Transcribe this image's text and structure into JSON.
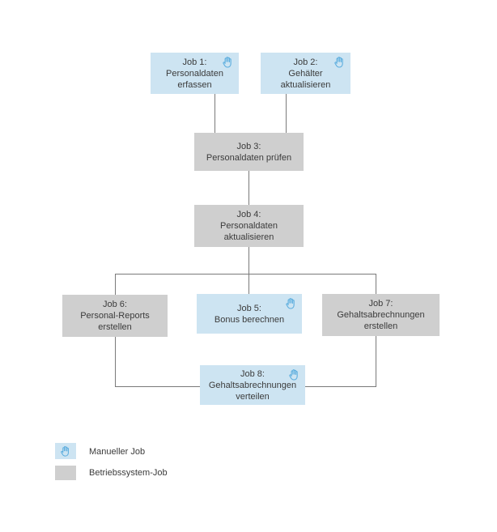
{
  "diagram": {
    "nodes": [
      {
        "id": "job1",
        "type": "manual",
        "lines": [
          "Job 1:",
          "Personaldaten",
          "erfassen"
        ]
      },
      {
        "id": "job2",
        "type": "manual",
        "lines": [
          "Job 2:",
          "Gehälter",
          "aktualisieren"
        ]
      },
      {
        "id": "job3",
        "type": "system",
        "lines": [
          "Job 3:",
          "Personaldaten prüfen"
        ]
      },
      {
        "id": "job4",
        "type": "system",
        "lines": [
          "Job 4:",
          "Personaldaten",
          "aktualisieren"
        ]
      },
      {
        "id": "job5",
        "type": "manual",
        "lines": [
          "Job 5:",
          "Bonus berechnen"
        ]
      },
      {
        "id": "job6",
        "type": "system",
        "lines": [
          "Job 6:",
          "Personal-Reports",
          "erstellen"
        ]
      },
      {
        "id": "job7",
        "type": "system",
        "lines": [
          "Job 7:",
          "Gehaltsabrechnungen",
          "erstellen"
        ]
      },
      {
        "id": "job8",
        "type": "manual",
        "lines": [
          "Job 8:",
          "Gehaltsabrechnungen",
          "verteilen"
        ]
      }
    ],
    "edges": [
      {
        "from": "job1",
        "to": "job3"
      },
      {
        "from": "job2",
        "to": "job3"
      },
      {
        "from": "job3",
        "to": "job4"
      },
      {
        "from": "job4",
        "to": "job5"
      },
      {
        "from": "job4",
        "to": "job6"
      },
      {
        "from": "job4",
        "to": "job7"
      },
      {
        "from": "job6",
        "to": "job8"
      },
      {
        "from": "job7",
        "to": "job8"
      }
    ]
  },
  "legend": {
    "items": [
      {
        "type": "manual",
        "label": "Manueller Job"
      },
      {
        "type": "system",
        "label": "Betriebssystem-Job"
      }
    ]
  },
  "icons": {
    "hand": "hand-icon"
  },
  "colors": {
    "manual_fill": "#cde4f2",
    "system_fill": "#cfcfcf",
    "connector": "#7a7a7a",
    "hand_icon": "#5badde",
    "text": "#3b3b3b"
  }
}
